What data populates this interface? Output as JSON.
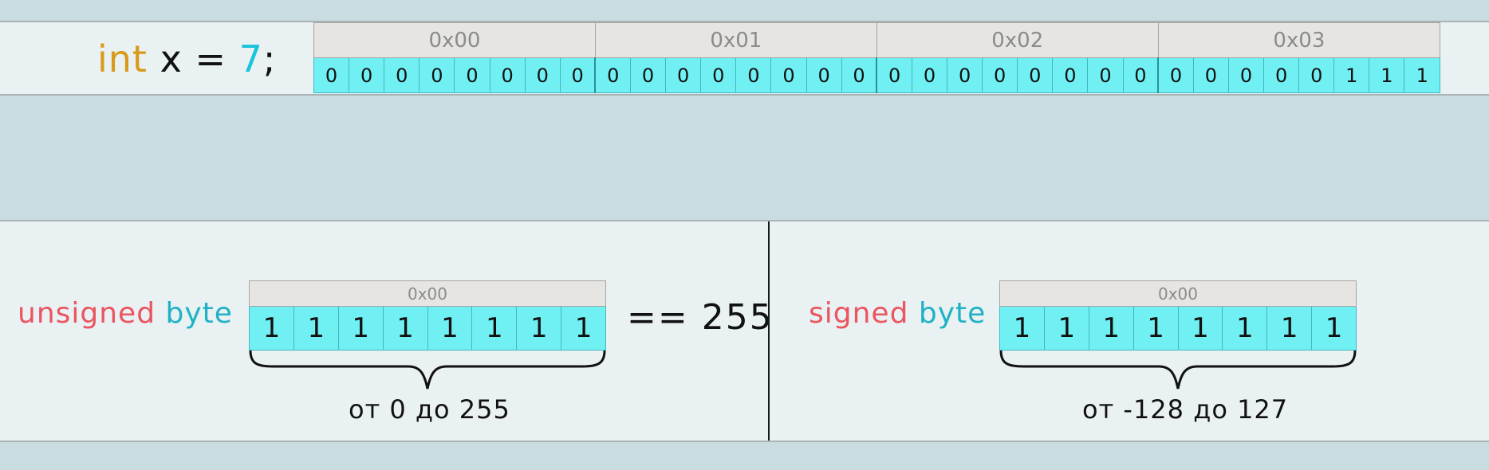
{
  "code": {
    "keyword": "int",
    "rest": " x = ",
    "value": "7",
    "end": ";"
  },
  "memory": {
    "addresses": [
      "0x00",
      "0x01",
      "0x02",
      "0x03"
    ],
    "bytes": [
      [
        "0",
        "0",
        "0",
        "0",
        "0",
        "0",
        "0",
        "0"
      ],
      [
        "0",
        "0",
        "0",
        "0",
        "0",
        "0",
        "0",
        "0"
      ],
      [
        "0",
        "0",
        "0",
        "0",
        "0",
        "0",
        "0",
        "0"
      ],
      [
        "0",
        "0",
        "0",
        "0",
        "0",
        "1",
        "1",
        "1"
      ]
    ]
  },
  "unsigned": {
    "modifier": "unsigned",
    "type": "byte",
    "address": "0x00",
    "bits": [
      "1",
      "1",
      "1",
      "1",
      "1",
      "1",
      "1",
      "1"
    ],
    "equals": "== 255",
    "range": "от 0 до 255"
  },
  "signed": {
    "modifier": "signed",
    "type": "byte",
    "address": "0x00",
    "bits": [
      "1",
      "1",
      "1",
      "1",
      "1",
      "1",
      "1",
      "1"
    ],
    "range": "от -128 до 127"
  },
  "colors": {
    "keyword": "#d89a1a",
    "number": "#19c4d8",
    "modifier": "#ea5560",
    "type_name": "#1fb2c4",
    "bit_fill": "#71f0f4",
    "address_fill": "#e6e5e1"
  }
}
